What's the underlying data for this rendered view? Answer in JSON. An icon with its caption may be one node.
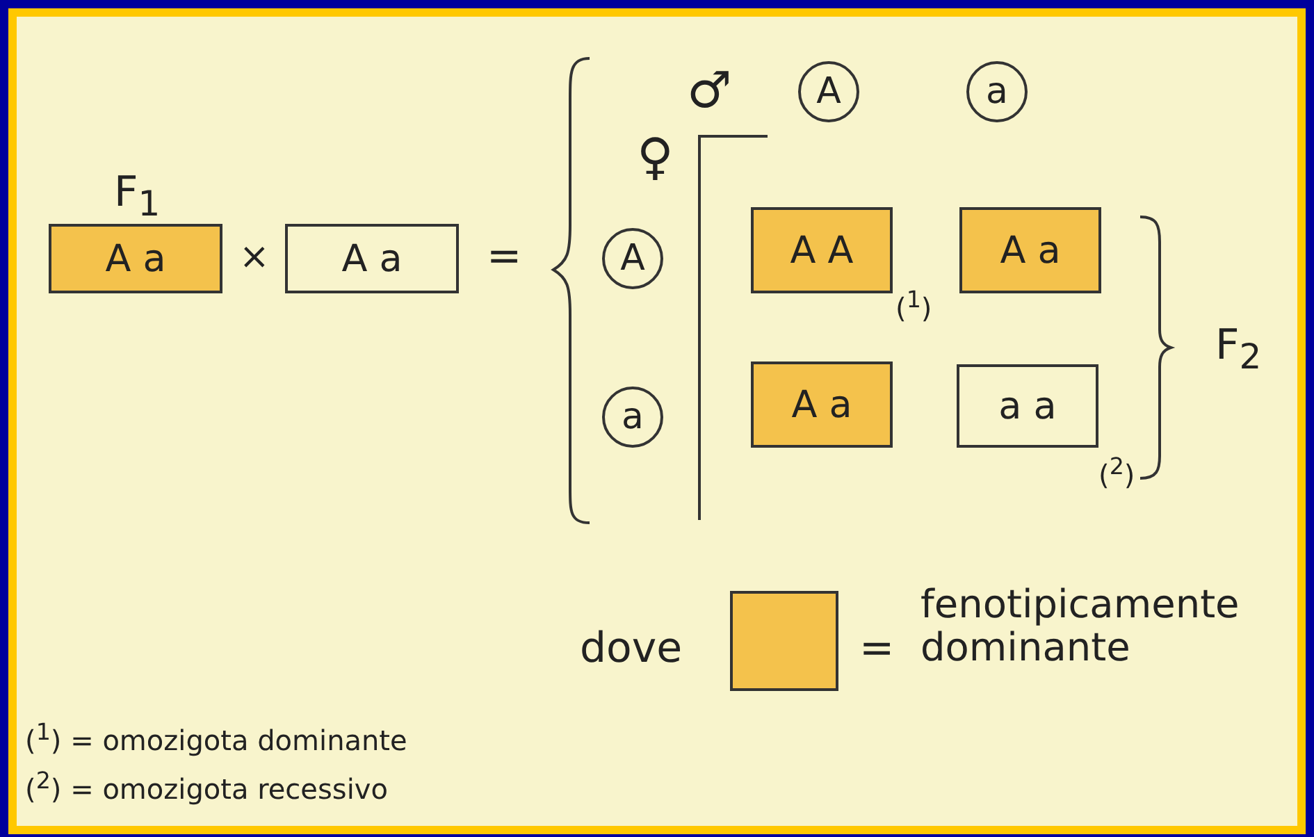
{
  "diagram": {
    "nodes": [
      {
        "text": [
          "A a"
        ],
        "beside": [
          "F$_{1}$"
        ]
      },
      {
        "text": [
          "A a"
        ]
      },
      {
        "text": [
          "A"
        ]
      },
      {
        "text": [
          "a"
        ]
      },
      {
        "text": [
          "A"
        ]
      },
      {
        "text": [
          "a"
        ]
      },
      {
        "text": [
          "A A"
        ]
      },
      {
        "text": [
          "A a"
        ]
      },
      {
        "text": [
          "A a"
        ]
      },
      {
        "text": [
          "a a"
        ]
      }
    ],
    "edges": [],
    "labels": [
      "♂",
      "♀",
      "×",
      "=",
      "($^{1}$)",
      "F$_{2}$",
      "($^{2}$)",
      "dove",
      "=",
      "($^{1}$) = omozigota dominante",
      "($^{2}$) = omozigota recessivo"
    ],
    "legend": [
      {
        "text": "fenotipicamente dominante",
        "color": "#f4c24c"
      }
    ]
  }
}
